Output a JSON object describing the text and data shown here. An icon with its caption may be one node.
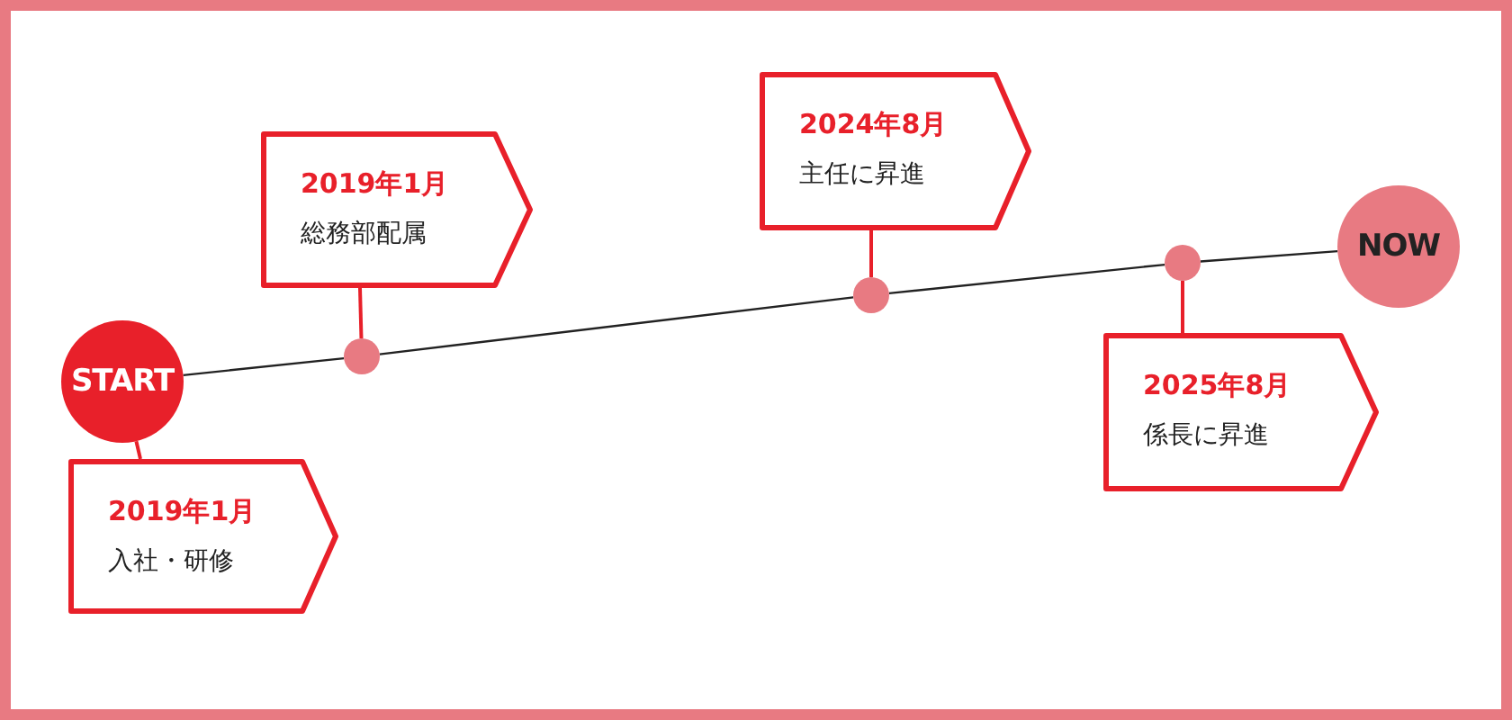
{
  "diagram": {
    "nodes": [
      {
        "text": [
          "START"
        ]
      },
      {
        "text": [
          "2019年1月",
          "入社・研修"
        ]
      },
      {
        "text": [],
        "shape": "circle"
      },
      {
        "text": [
          "2019年1月",
          "総務部配属"
        ]
      },
      {
        "text": [],
        "shape": "circle"
      },
      {
        "text": [
          "2024年8月",
          "主任に昇進"
        ]
      },
      {
        "text": [],
        "shape": "circle"
      },
      {
        "text": [
          "2025年8月",
          "係長に昇進"
        ]
      },
      {
        "text": [
          "NOW"
        ]
      }
    ],
    "edges": [
      {
        "from": 0,
        "to": 2,
        "arrow": "none"
      },
      {
        "from": 2,
        "to": 4,
        "arrow": "none"
      },
      {
        "from": 4,
        "to": 6,
        "arrow": "none"
      },
      {
        "from": 6,
        "to": 8,
        "arrow": "none"
      },
      {
        "from": 1,
        "to": 0,
        "arrow": "none",
        "color": "#e8202a"
      },
      {
        "from": 3,
        "to": 2,
        "arrow": "none",
        "color": "#e8202a"
      },
      {
        "from": 5,
        "to": 4,
        "arrow": "none",
        "color": "#e8202a"
      },
      {
        "from": 7,
        "to": 6,
        "arrow": "none",
        "color": "#e8202a"
      }
    ]
  }
}
